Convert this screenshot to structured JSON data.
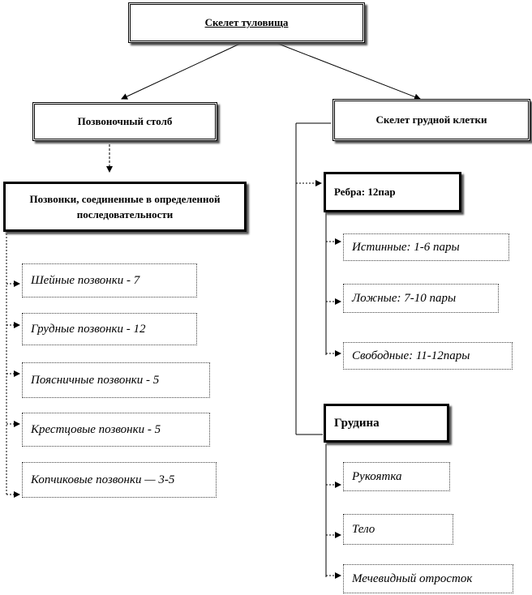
{
  "title": "Скелет туловища",
  "spine": {
    "label": "Позвоночный столб",
    "group_label": "Позвонки, соединенные в определенной последовательности",
    "items": [
      "Шейные позвонки - 7",
      "Грудные позвонки - 12",
      "Поясничные позвонки - 5",
      "Крестцовые позвонки - 5",
      "Копчиковые позвонки — 3-5"
    ]
  },
  "chest": {
    "label": "Скелет грудной клетки",
    "ribs": {
      "label": "Ребра: 12пар",
      "items": [
        "Истинные: 1-6 пары",
        "Ложные: 7-10 пары",
        "Свободные: 11-12пары"
      ]
    },
    "sternum": {
      "label": "Грудина",
      "items": [
        "Рукоятка",
        "Тело",
        "Мечевидный отросток"
      ]
    }
  }
}
